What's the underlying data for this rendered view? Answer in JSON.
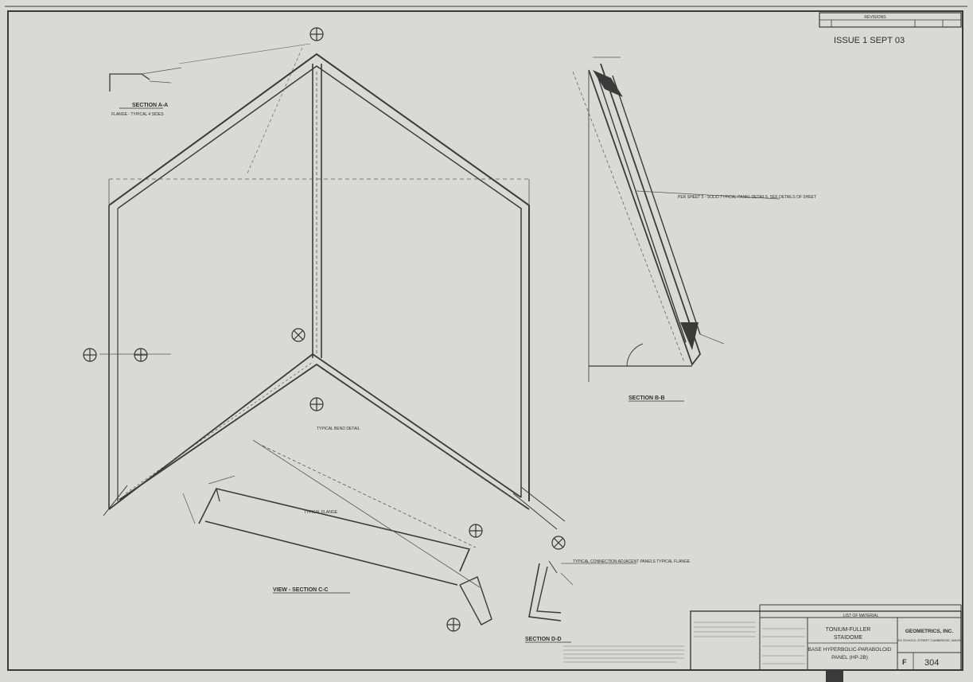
{
  "issue": "ISSUE 1 SEPT 03",
  "revisions_title": "REVISIONS",
  "sections": {
    "a": "SECTION A-A",
    "a_note": "FLANGE - TYPICAL 4 SIDES",
    "b": "SECTION B-B",
    "c": "VIEW - SECTION C-C",
    "d": "SECTION D-D"
  },
  "notes": {
    "material": "PER SHEET 5 - SOLID TYPICAL PANEL DETAILS, SEE DETAILS OF SHEET",
    "typical_bend": "TYPICAL BEND DETAIL",
    "typical_flange": "TYPICAL FLANGE",
    "adjacent": "TYPICAL CONNECTION ADJACENT PANELS TYPICAL FLANGE"
  },
  "title_block": {
    "list_of_material": "LIST OF MATERIAL",
    "project_1": "TONIUM-FULLER",
    "project_2": "STAIDOME",
    "part_1": "BASE HYPERBOLIC-PARABOLOID",
    "part_2": "PANEL (HP-2B)",
    "company": "GEOMETRICS, INC.",
    "company_sub": "SIX SCHOOL STREET CAMBRIDGE, MASS.",
    "size": "F",
    "sheet_no": "304"
  }
}
